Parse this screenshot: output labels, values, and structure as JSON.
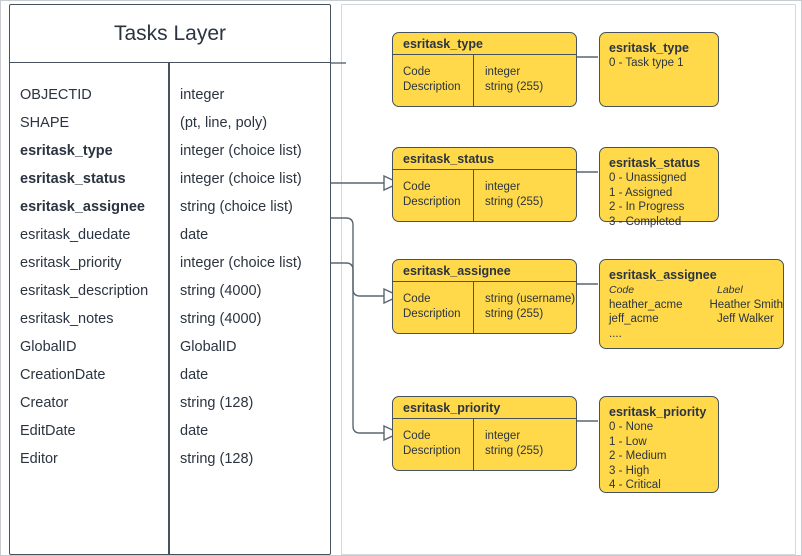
{
  "layer": {
    "title": "Tasks Layer",
    "fields": [
      {
        "name": "OBJECTID",
        "type": "integer",
        "bold": false
      },
      {
        "name": "SHAPE",
        "type": "(pt, line, poly)",
        "bold": false
      },
      {
        "name": "esritask_type",
        "type": "integer (choice list)",
        "bold": true
      },
      {
        "name": "esritask_status",
        "type": "integer (choice list)",
        "bold": true
      },
      {
        "name": "esritask_assignee",
        "type": "string (choice list)",
        "bold": true
      },
      {
        "name": "esritask_duedate",
        "type": "date",
        "bold": false
      },
      {
        "name": "esritask_priority",
        "type": "integer (choice list)",
        "bold": false
      },
      {
        "name": "esritask_description",
        "type": "string (4000)",
        "bold": false
      },
      {
        "name": "esritask_notes",
        "type": "string (4000)",
        "bold": false
      },
      {
        "name": "GlobalID",
        "type": "GlobalID",
        "bold": false
      },
      {
        "name": "CreationDate",
        "type": "date",
        "bold": false
      },
      {
        "name": "Creator",
        "type": "string (128)",
        "bold": false
      },
      {
        "name": "EditDate",
        "type": "date",
        "bold": false
      },
      {
        "name": "Editor",
        "type": "string (128)",
        "bold": false
      }
    ]
  },
  "schema_boxes": [
    {
      "title": "esritask_type",
      "left_lines": [
        "Code",
        "Description"
      ],
      "right_lines": [
        "integer",
        "string (255)"
      ]
    },
    {
      "title": "esritask_status",
      "left_lines": [
        "Code",
        "Description"
      ],
      "right_lines": [
        "integer",
        "string (255)"
      ]
    },
    {
      "title": "esritask_assignee",
      "left_lines": [
        "Code",
        "Description"
      ],
      "right_lines": [
        "string  (username)",
        "string (255)"
      ]
    },
    {
      "title": "esritask_priority",
      "left_lines": [
        "Code",
        "Description"
      ],
      "right_lines": [
        "integer",
        "string (255)"
      ]
    }
  ],
  "value_boxes": [
    {
      "title": "esritask_type",
      "lines": [
        "0 - Task type 1"
      ]
    },
    {
      "title": "esritask_status",
      "lines": [
        "0 - Unassigned",
        "1 - Assigned",
        "2 - In Progress",
        "3 - Completed"
      ]
    },
    {
      "title": "esritask_priority",
      "lines": [
        "0 - None",
        "1 - Low",
        "2 - Medium",
        "3 - High",
        "4 - Critical"
      ]
    }
  ],
  "assignee_value_box": {
    "title": "esritask_assignee",
    "header_code": "Code",
    "header_label": "Label",
    "rows": [
      {
        "code": "heather_acme",
        "label": "Heather Smith"
      },
      {
        "code": "jeff_acme",
        "label": "Jeff Walker"
      }
    ],
    "ellipsis": "...."
  },
  "colors": {
    "box_fill": "#ffd94a",
    "box_stroke": "#46525e",
    "wire": "#5a6672",
    "panel_border": "#d4d8dc",
    "text": "#2b3440"
  }
}
